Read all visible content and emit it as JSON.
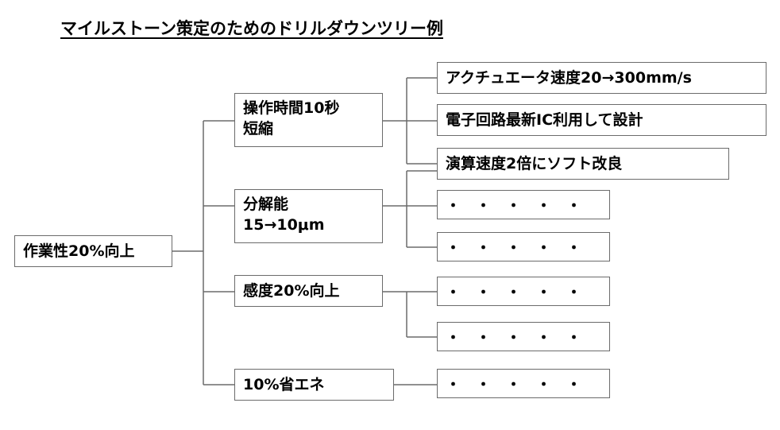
{
  "title": "マイルストーン策定のためのドリルダウンツリー例",
  "root": {
    "label": "作業性20%向上"
  },
  "branches": [
    {
      "lines": [
        "操作時間10秒",
        "短縮"
      ],
      "leaves": [
        "アクチュエータ速度20→300mm/s",
        "電子回路最新IC利用して設計",
        "演算速度2倍にソフト改良"
      ]
    },
    {
      "lines": [
        "分解能",
        "15→10μm"
      ],
      "leaves": [
        "・　・　・　・　・",
        "・　・　・　・　・"
      ]
    },
    {
      "lines": [
        "感度20%向上"
      ],
      "leaves": [
        "・　・　・　・　・",
        "・　・　・　・　・"
      ]
    },
    {
      "lines": [
        "10%省エネ"
      ],
      "leaves": [
        "・　・　・　・　・"
      ]
    }
  ]
}
